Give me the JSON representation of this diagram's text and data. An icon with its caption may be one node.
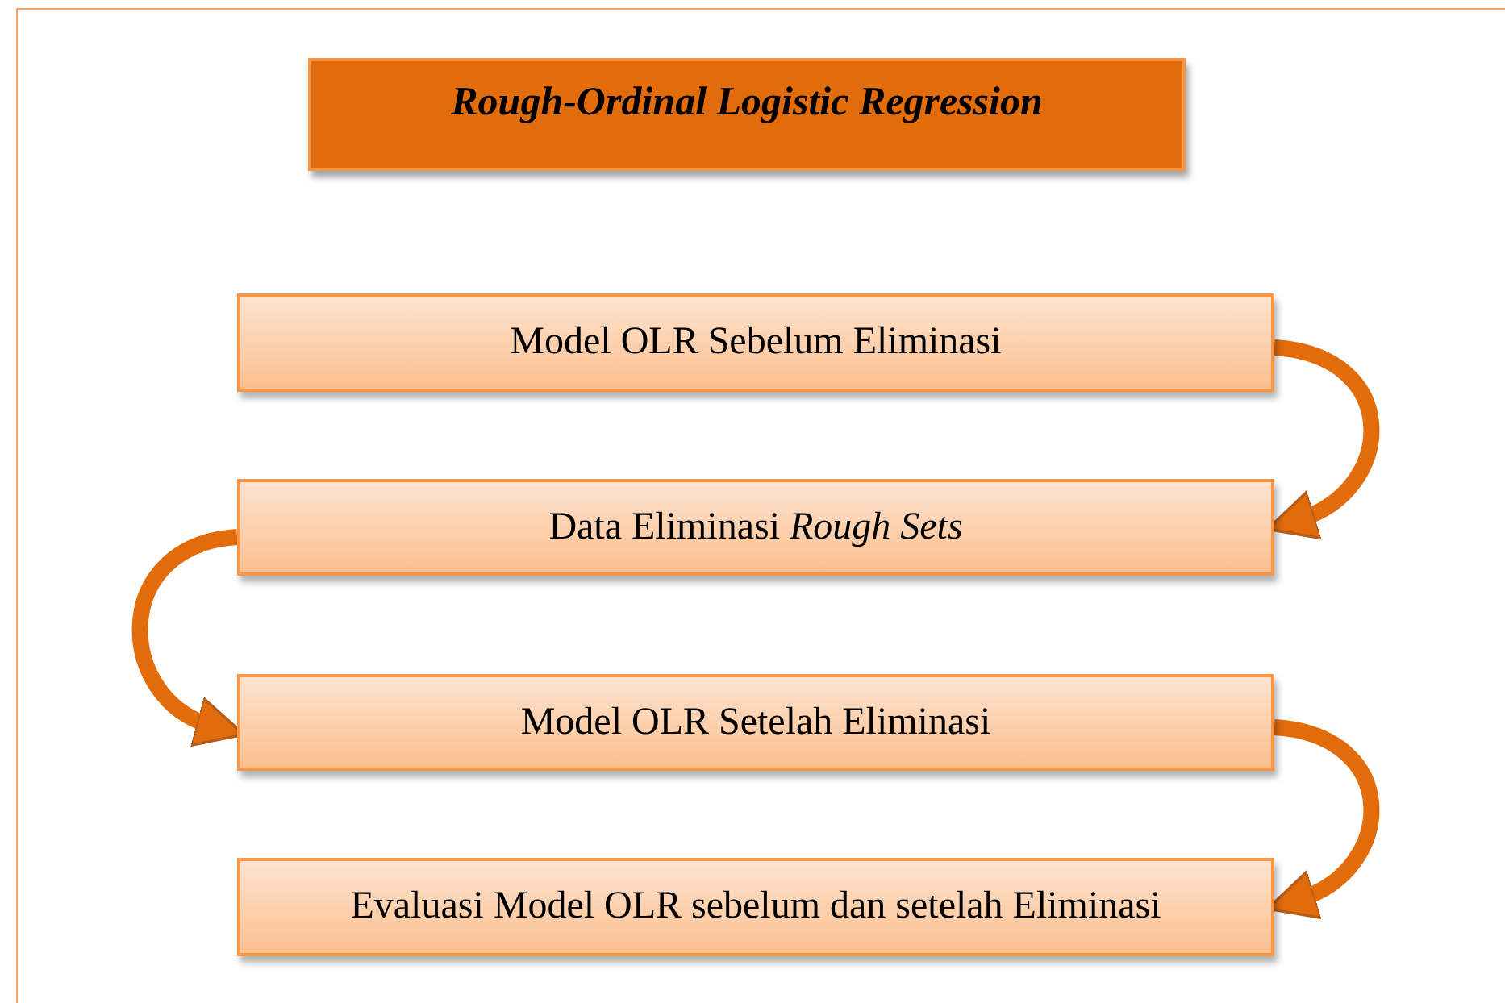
{
  "diagram": {
    "nodes": [
      {
        "text": [
          "Rough-Ordinal Logistic Regression"
        ]
      },
      {
        "text": [
          "Model OLR Sebelum Eliminasi"
        ]
      },
      {
        "text": [
          "Data Eliminasi *Rough Sets*"
        ]
      },
      {
        "text": [
          "Model OLR Setelah Eliminasi"
        ]
      },
      {
        "text": [
          "Evaluasi Model OLR sebelum dan setelah Eliminasi"
        ]
      }
    ],
    "edges": [
      {
        "from": 1,
        "to": 2,
        "arrow": "to"
      },
      {
        "from": 2,
        "to": 3,
        "arrow": "to"
      },
      {
        "from": 3,
        "to": 4,
        "arrow": "to"
      }
    ]
  }
}
